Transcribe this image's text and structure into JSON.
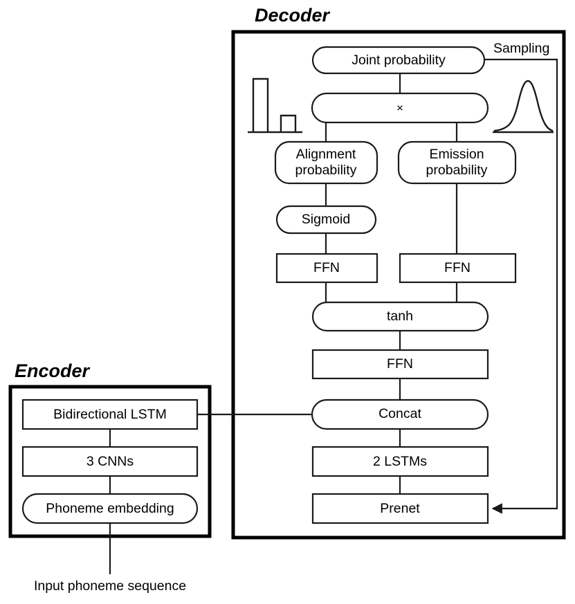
{
  "figure": {
    "groups": [
      {
        "id": "decoder",
        "title": "Decoder"
      },
      {
        "id": "encoder",
        "title": "Encoder"
      }
    ],
    "decoder_nodes": {
      "joint_probability": "Joint probability",
      "multiply": "×",
      "alignment_probability_line1": "Alignment",
      "alignment_probability_line2": "probability",
      "emission_probability_line1": "Emission",
      "emission_probability_line2": "probability",
      "sigmoid": "Sigmoid",
      "ffn_left": "FFN",
      "ffn_right": "FFN",
      "tanh": "tanh",
      "ffn_main": "FFN",
      "concat": "Concat",
      "two_lstms": "2 LSTMs",
      "prenet": "Prenet"
    },
    "encoder_nodes": {
      "bidirectional_lstm": "Bidirectional LSTM",
      "three_cnns": "3 CNNs",
      "phoneme_embedding": "Phoneme embedding"
    },
    "edge_labels": {
      "sampling": "Sampling"
    },
    "captions": {
      "input": "Input phoneme sequence"
    },
    "decorations": {
      "bar_chart": {
        "name": "alignment-bar-chart",
        "bars": [
          0.92,
          0.33
        ],
        "description": "two-bar histogram illustrating alignment probability"
      },
      "gaussian": {
        "name": "emission-gaussian-curve",
        "description": "bell curve illustrating emission probability distribution"
      }
    },
    "colors": {
      "background": "#ffffff",
      "stroke": "#1a1a1a",
      "frame": "#000000",
      "text": "#000000"
    }
  }
}
